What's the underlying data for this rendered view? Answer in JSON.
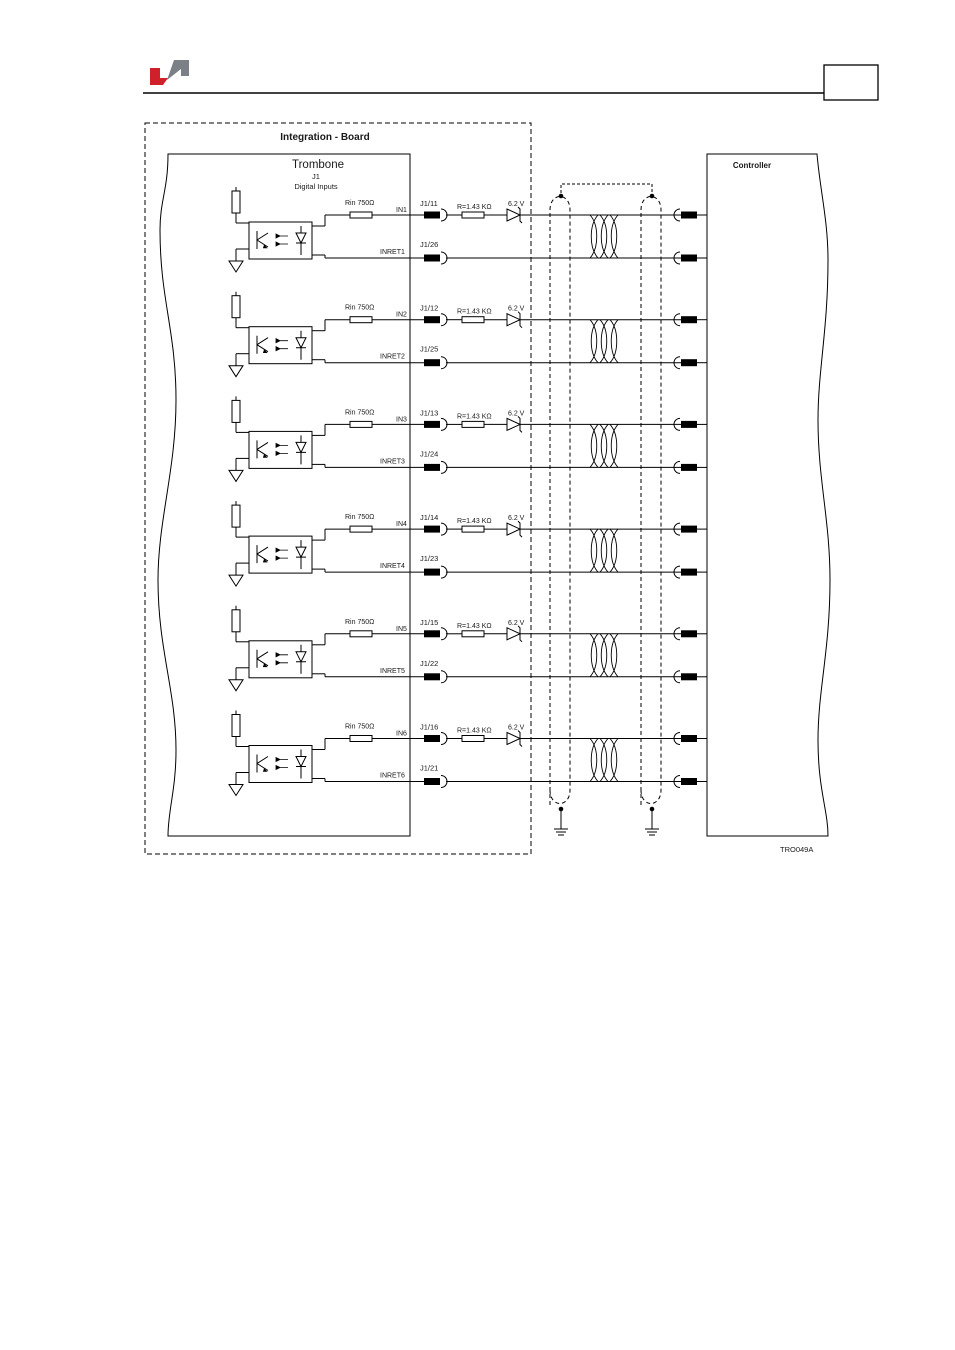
{
  "header": {
    "page_number": "",
    "logo_colors": {
      "red": "#d0202a",
      "gray": "#7b7f86"
    }
  },
  "diagram": {
    "integration_board_title": "Integration - Board",
    "module_title": "Trombone",
    "module_connector": "J1",
    "module_subtitle": "Digital Inputs",
    "controller_title": "Controller",
    "figure_id": "TRO049A",
    "rin_label": "Rin 750Ω",
    "r_label": "R=1.43 KΩ",
    "zener_label": "6.2 V",
    "channels": [
      {
        "in": "IN1",
        "ret": "INRET1",
        "pin_in": "J1/11",
        "pin_ret": "J1/26"
      },
      {
        "in": "IN2",
        "ret": "INRET2",
        "pin_in": "J1/12",
        "pin_ret": "J1/25"
      },
      {
        "in": "IN3",
        "ret": "INRET3",
        "pin_in": "J1/13",
        "pin_ret": "J1/24"
      },
      {
        "in": "IN4",
        "ret": "INRET4",
        "pin_in": "J1/14",
        "pin_ret": "J1/23"
      },
      {
        "in": "IN5",
        "ret": "INRET5",
        "pin_in": "J1/15",
        "pin_ret": "J1/22"
      },
      {
        "in": "IN6",
        "ret": "INRET6",
        "pin_in": "J1/16",
        "pin_ret": "J1/21"
      }
    ]
  }
}
